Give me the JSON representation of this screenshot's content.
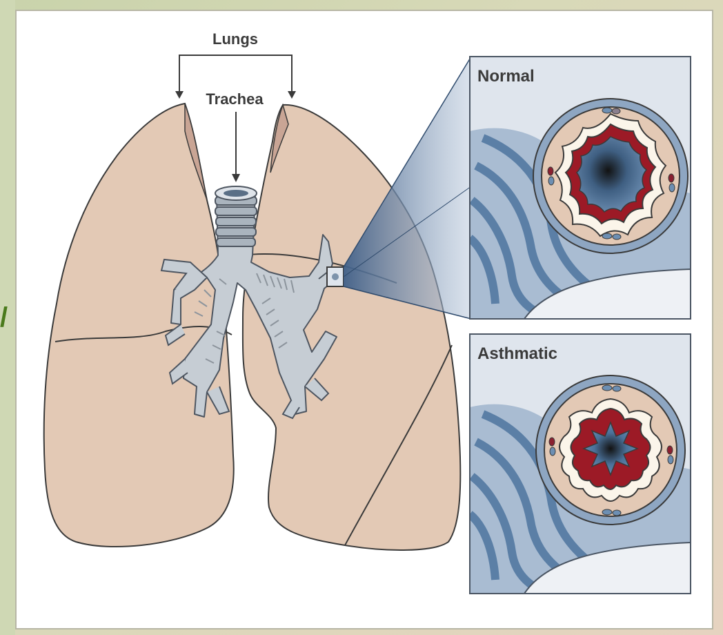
{
  "labels": {
    "lungs": "Lungs",
    "trachea": "Trachea",
    "normal": "Normal",
    "asthmatic": "Asthmatic"
  },
  "edge_fragment": "/",
  "colors": {
    "lung": "#e3c9b5",
    "lung_shadow": "#c9a595",
    "airway_gray": "#c6cdd4",
    "airway_blue": "#5b7fa6",
    "inset_bg": "#dfe5ed",
    "muscle_red": "#9c1a26",
    "lumen": "#4a6b8e",
    "cream": "#fbf5ea",
    "outline": "#3a3a3a"
  }
}
